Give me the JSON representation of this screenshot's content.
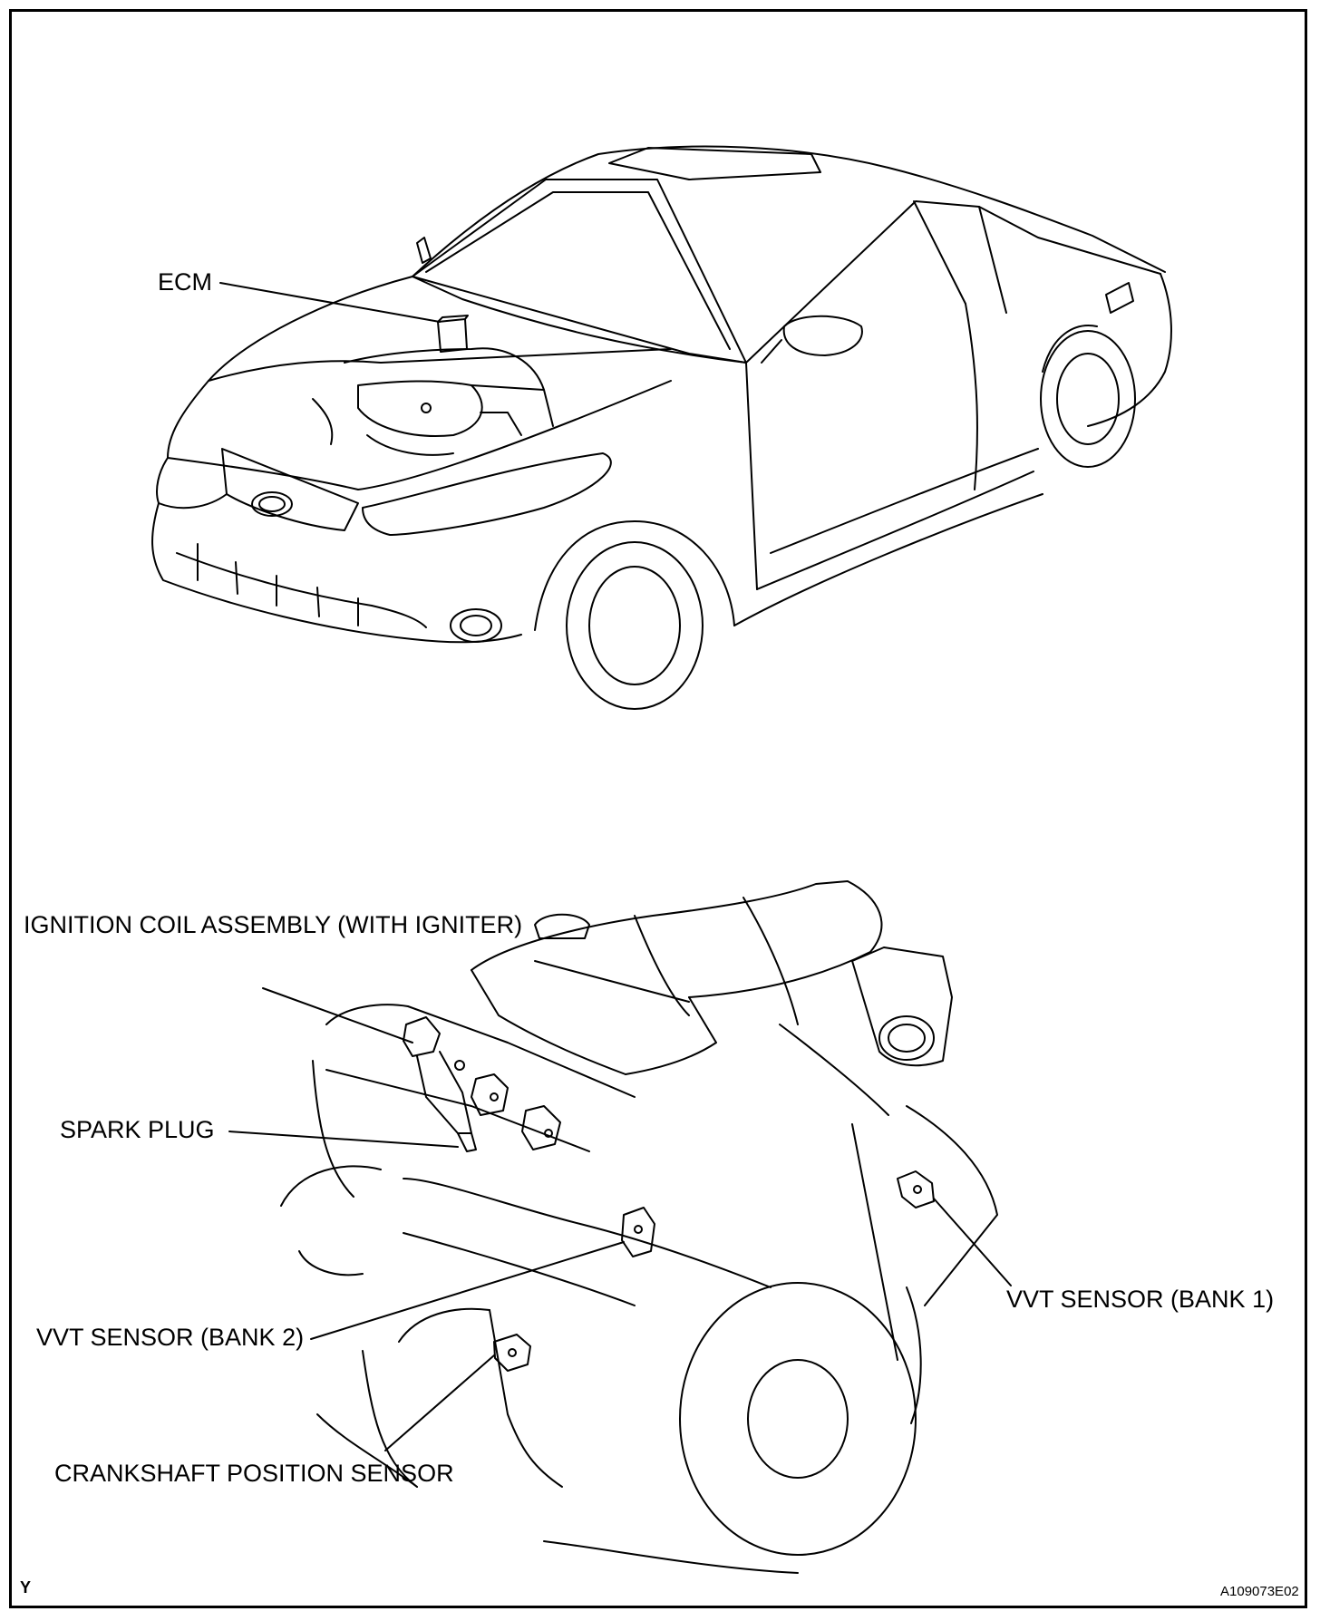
{
  "labels": {
    "ecm": "ECM",
    "ignition_coil": "IGNITION COIL ASSEMBLY (WITH IGNITER)",
    "spark_plug": "SPARK PLUG",
    "vvt_bank2": "VVT SENSOR (BANK 2)",
    "vvt_bank1": "VVT SENSOR (BANK 1)",
    "crankshaft": "CRANKSHAFT POSITION SENSOR"
  },
  "corner": {
    "letter": "Y",
    "figure_code": "A109073E02"
  },
  "colors": {
    "line": "#000000",
    "background": "#ffffff"
  }
}
